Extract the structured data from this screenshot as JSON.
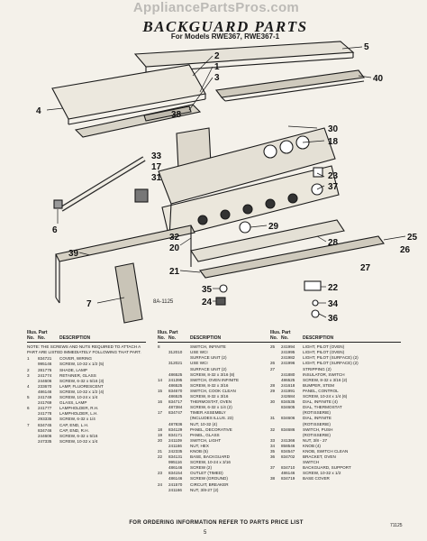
{
  "watermark": "AppliancePartsPros.com",
  "title": "BACKGUARD PARTS",
  "subtitle": "For Models RWE367, RWE367-1",
  "diagram_code": "8A-1125",
  "callouts": [
    "1",
    "2",
    "3",
    "4",
    "5",
    "6",
    "7",
    "17",
    "18",
    "20",
    "21",
    "22",
    "23",
    "24",
    "25",
    "26",
    "27",
    "28",
    "29",
    "30",
    "31",
    "32",
    "33",
    "34",
    "35",
    "36",
    "37",
    "38",
    "39",
    "40"
  ],
  "table_headers": {
    "line1": "Illus. Part",
    "line2_no": "No.",
    "line2_part": "No.",
    "line2_desc": "DESCRIPTION"
  },
  "note": "NOTE: THE SCREWS AND NUTS REQUIRED TO ATTACH A PART ARE LISTED IMMEDIATELY FOLLOWING THAT PART.",
  "col1_rows": [
    {
      "n": "1",
      "p": "834721",
      "d": "COVER, WIRING"
    },
    {
      "n": "",
      "p": "995146",
      "d": "SCREW, 10-32 x 1/2 (5)"
    },
    {
      "n": "2",
      "p": "281776",
      "d": "SHADE, LAMP"
    },
    {
      "n": "3",
      "p": "241774",
      "d": "RETAINER, GLASS"
    },
    {
      "n": "",
      "p": "244606",
      "d": "SCREW, 6-32 x 5/16 (3)"
    },
    {
      "n": "4",
      "p": "233670",
      "d": "LAMP, FLUORESCENT"
    },
    {
      "n": "",
      "p": "486146",
      "d": "SCREW, 10-32 x 1/2 (4)"
    },
    {
      "n": "5",
      "p": "241749",
      "d": "SCREW, 10-24 x 1/4"
    },
    {
      "n": "",
      "p": "241769",
      "d": "GLASS, LAMP"
    },
    {
      "n": "6",
      "p": "241777",
      "d": "LAMPHOLDER, R.H."
    },
    {
      "n": "",
      "p": "241778",
      "d": "LAMPHOLDER, L.H."
    },
    {
      "n": "",
      "p": "293335",
      "d": "SCREW, 6-32 x 1/4"
    },
    {
      "n": "7",
      "p": "834745",
      "d": "CAP, END, L.H."
    },
    {
      "n": "",
      "p": "834746",
      "d": "CAP, END, R.H."
    },
    {
      "n": "",
      "p": "244606",
      "d": "SCREW, 6-32 x 5/16"
    },
    {
      "n": "",
      "p": "247335",
      "d": "SCREW, 10-32 x 1/4"
    }
  ],
  "col2_rows": [
    {
      "n": "8",
      "p": "",
      "d": "SWITCH, INFINITE"
    },
    {
      "n": "",
      "p": "312010",
      "d": "USE WCI"
    },
    {
      "n": "",
      "p": "",
      "d": "SURFACE UNIT (2)"
    },
    {
      "n": "",
      "p": "312021",
      "d": "USE WCI"
    },
    {
      "n": "",
      "p": "",
      "d": "SURFACE UNIT (2)"
    },
    {
      "n": "",
      "p": "486525",
      "d": "SCREW, 8-32 x 3/16 (8)"
    },
    {
      "n": "14",
      "p": "241395",
      "d": "SWITCH, OVEN INFINITE"
    },
    {
      "n": "",
      "p": "486525",
      "d": "SCREW, 8-32 x 3/16"
    },
    {
      "n": "15",
      "p": "834670",
      "d": "SWITCH, COOK CLEAN"
    },
    {
      "n": "",
      "p": "486525",
      "d": "SCREW, 8-32 x 3/16"
    },
    {
      "n": "16",
      "p": "834717",
      "d": "THERMOSTAT, OVEN"
    },
    {
      "n": "",
      "p": "487384",
      "d": "SCREW, 6-32 x 1/4 (2)"
    },
    {
      "n": "17",
      "p": "834747",
      "d": "TIMER ASSEMBLY"
    },
    {
      "n": "",
      "p": "",
      "d": "(INCLUDES ILLUS. 23)"
    },
    {
      "n": "",
      "p": "487836",
      "d": "NUT, 10-32 (4)"
    },
    {
      "n": "18",
      "p": "834129",
      "d": "PANEL, DECORATIVE"
    },
    {
      "n": "19",
      "p": "834171",
      "d": "PANEL, GLASS"
    },
    {
      "n": "20",
      "p": "241109",
      "d": "SWITCH, LIGHT"
    },
    {
      "n": "",
      "p": "241166",
      "d": "NUT, HEX"
    },
    {
      "n": "21",
      "p": "242335",
      "d": "KNOB (5)"
    },
    {
      "n": "22",
      "p": "834131",
      "d": "BASE, BACKGUARD"
    },
    {
      "n": "",
      "p": "995116",
      "d": "SCREW, 10-24 x 3/16"
    },
    {
      "n": "",
      "p": "486146",
      "d": "SCREW (2)"
    },
    {
      "n": "23",
      "p": "834154",
      "d": "OUTLET (TIMED)"
    },
    {
      "n": "",
      "p": "486146",
      "d": "SCREW (GROUND)"
    },
    {
      "n": "24",
      "p": "241570",
      "d": "CIRCUIT, BREAKER"
    },
    {
      "n": "",
      "p": "241166",
      "d": "NUT, 3/8-27 (2)"
    }
  ],
  "col3_rows": [
    {
      "n": "25",
      "p": "241994",
      "d": "LIGHT, PILOT (OVEN)"
    },
    {
      "n": "",
      "p": "241995",
      "d": "LIGHT, PILOT (OVEN)"
    },
    {
      "n": "",
      "p": "241982",
      "d": "LIGHT, PILOT (SURFACE) (2)"
    },
    {
      "n": "26",
      "p": "241996",
      "d": "LIGHT, PILOT (SURFACE) (2)"
    },
    {
      "n": "27",
      "p": "",
      "d": "STRIPPING (2)"
    },
    {
      "n": "",
      "p": "241880",
      "d": "INSULATOR, SWITCH"
    },
    {
      "n": "",
      "p": "486525",
      "d": "SCREW, 8-32 x 3/16 (2)"
    },
    {
      "n": "28",
      "p": "241618",
      "d": "BUMPER, STEM"
    },
    {
      "n": "29",
      "p": "241991",
      "d": "PANEL, CONTROL"
    },
    {
      "n": "",
      "p": "242684",
      "d": "SCREW, 10-24 x 1/4 (6)"
    },
    {
      "n": "30",
      "p": "834535",
      "d": "DIAL, INFINITE (4)"
    },
    {
      "n": "",
      "p": "834605",
      "d": "DIAL, THERMOSTAT"
    },
    {
      "n": "",
      "p": "",
      "d": "(ROTISSERIE)"
    },
    {
      "n": "31",
      "p": "834606",
      "d": "DIAL, INFINITE"
    },
    {
      "n": "",
      "p": "",
      "d": "(ROTISSERIE)"
    },
    {
      "n": "32",
      "p": "834686",
      "d": "SWITCH, PUSH"
    },
    {
      "n": "",
      "p": "",
      "d": "(ROTISSERIE)"
    },
    {
      "n": "33",
      "p": "241366",
      "d": "NUT, 3/8 - 27"
    },
    {
      "n": "34",
      "p": "858546",
      "d": "KNOB (4)"
    },
    {
      "n": "35",
      "p": "834547",
      "d": "KNOB, SWITCH CLEAN"
    },
    {
      "n": "36",
      "p": "834702",
      "d": "BRACKET, OVEN"
    },
    {
      "n": "",
      "p": "",
      "d": "SWITCH"
    },
    {
      "n": "37",
      "p": "834710",
      "d": "BACKGUARD, SUPPORT"
    },
    {
      "n": "",
      "p": "486146",
      "d": "SCREW, 10-32 x 1/2"
    },
    {
      "n": "38",
      "p": "834719",
      "d": "BASE COVER"
    }
  ],
  "footer": "FOR ORDERING INFORMATION REFER TO PARTS PRICE LIST",
  "page_number": "5",
  "doc_code": "71125"
}
